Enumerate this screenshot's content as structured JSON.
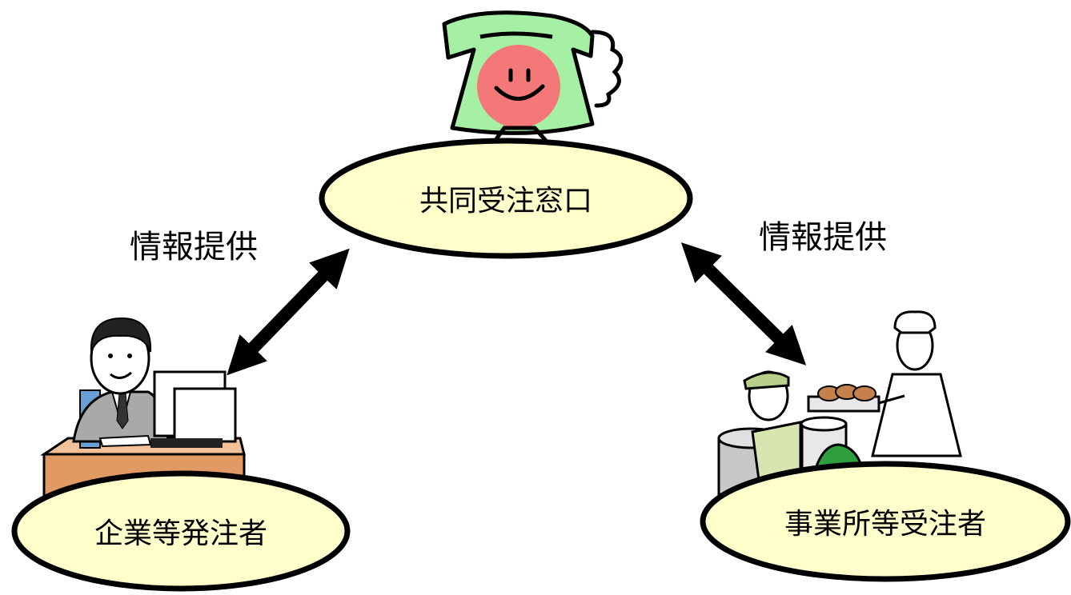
{
  "nodes": {
    "center": {
      "label": "共同受注窓口"
    },
    "left": {
      "label": "企業等発注者"
    },
    "right": {
      "label": "事業所等受注者"
    }
  },
  "edges": {
    "left": {
      "label": "情報提供"
    },
    "right": {
      "label": "情報提供"
    }
  },
  "illustrations": {
    "center": "smiling-telephone-icon",
    "left": "office-worker-at-computer-icon",
    "right": "workers-with-bread-and-bins-icon"
  },
  "colors": {
    "ellipse_fill": "#ffffcc",
    "outline": "#000000",
    "phone_green": "#a6f0a6",
    "phone_face": "#f47878",
    "desk": "#e29a64"
  }
}
